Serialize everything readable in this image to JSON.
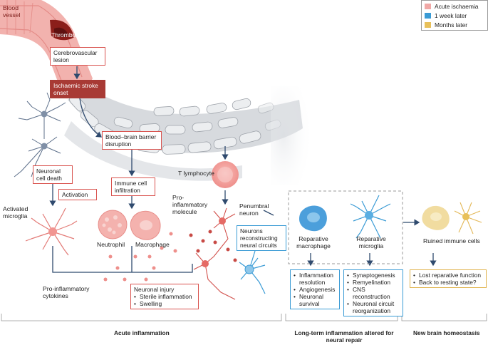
{
  "legend": {
    "items": [
      {
        "label": "Acute ischaemia",
        "color": "#f0a8a6"
      },
      {
        "label": "1 week later",
        "color": "#3a9bd5"
      },
      {
        "label": "Months later",
        "color": "#e8c05a"
      }
    ]
  },
  "labels": {
    "blood_vessel": "Blood vessel",
    "thrombus": "Thrombus",
    "cerebrovascular_lesion": "Cerebrovascular lesion",
    "ischaemic_stroke_onset": "Ischaemic stroke onset",
    "bbb_disruption": "Blood–brain barrier disruption",
    "t_lymphocyte": "T lymphocyte",
    "neuronal_cell_death": "Neuronal cell death",
    "activation": "Activation",
    "activated_microglia": "Activated microglia",
    "immune_cell_infiltration": "Immune cell infiltration",
    "neutrophil": "Neutrophil",
    "macrophage": "Macrophage",
    "pro_inflammatory_molecule": "Pro-inflammatory molecule",
    "penumbral_neuron": "Penumbral neuron",
    "neurons_reconstructing": "Neurons reconstructing neural circuits",
    "pro_inflammatory_cytokines": "Pro-inflammatory cytokines",
    "neuronal_injury": "Neuronal injury",
    "reparative_macrophage": "Reparative macrophage",
    "reparative_microglia": "Reparative microglia",
    "ruined_immune_cells": "Ruined immune cells"
  },
  "lists": {
    "neuronal_injury": [
      "Sterile inflammation",
      "Swelling"
    ],
    "macrophage_effects": [
      "Inflammation resolution",
      "Angiogenesis",
      "Neuronal survival"
    ],
    "microglia_effects": [
      "Synaptogenesis",
      "Remyelination",
      "CNS reconstruction",
      "Neuronal circuit reorganization"
    ],
    "homeostasis_effects": [
      "Lost reparative function",
      "Back to resting state?"
    ]
  },
  "sections": {
    "acute": "Acute inflammation",
    "long_term": "Long-term inflammation altered for neural repair",
    "homeostasis": "New brain homeostasis"
  }
}
